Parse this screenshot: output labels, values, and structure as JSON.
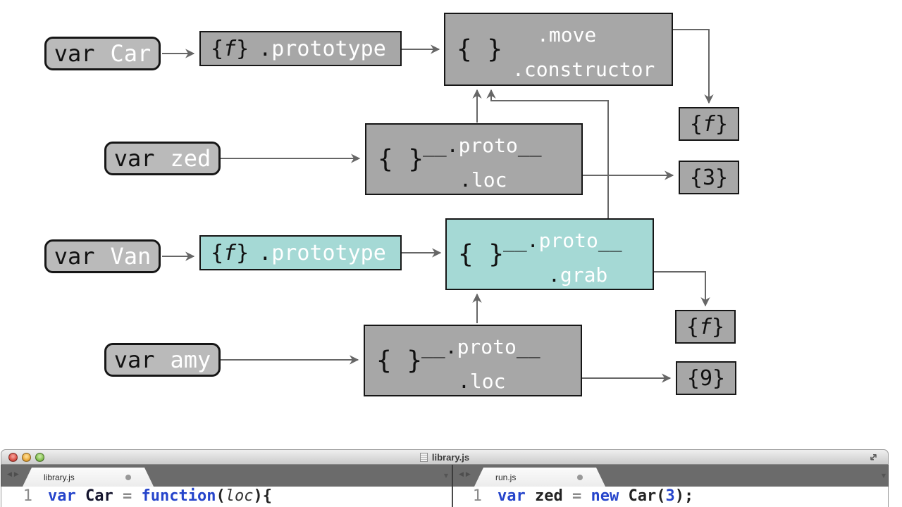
{
  "diagram": {
    "colors": {
      "box_gray": "#a7a7a7",
      "rounded_gray": "#bababa",
      "teal": "#a5d9d5",
      "arrow": "#666666",
      "border": "#161616",
      "text_white": "#ffffff",
      "text_black": "#111111"
    },
    "var_car": {
      "kw": "var",
      "name": "Car"
    },
    "var_zed": {
      "kw": "var",
      "name": "zed"
    },
    "var_van": {
      "kw": "var",
      "name": "Van"
    },
    "var_amy": {
      "kw": "var",
      "name": "amy"
    },
    "car_fn": {
      "open": "{",
      "f": "f",
      "close": "}",
      "dot": ".",
      "label": "prototype"
    },
    "van_fn": {
      "open": "{",
      "f": "f",
      "close": "}",
      "dot": ".",
      "label": "prototype"
    },
    "car_proto": {
      "braces": "{ }",
      "dot1": ".",
      "prop1": "move",
      "dot2": ".",
      "prop2": "constructor"
    },
    "zed_obj": {
      "braces": "{ }",
      "pre": "__",
      "dot": ".",
      "proto": "proto",
      "post": "__",
      "dot2": ".",
      "prop": "loc"
    },
    "van_proto": {
      "braces": "{ }",
      "pre": "__",
      "dot": ".",
      "proto": "proto",
      "post": "__",
      "dot2": ".",
      "prop": "grab"
    },
    "amy_obj": {
      "braces": "{ }",
      "pre": "__",
      "dot": ".",
      "proto": "proto",
      "post": "__",
      "dot2": ".",
      "prop": "loc"
    },
    "ref_f1": {
      "open": "{",
      "val": "f",
      "close": "}"
    },
    "ref_3": {
      "open": "{",
      "val": "3",
      "close": "}"
    },
    "ref_f2": {
      "open": "{",
      "val": "f",
      "close": "}"
    },
    "ref_9": {
      "open": "{",
      "val": "9",
      "close": "}"
    }
  },
  "editor": {
    "titlebar": {
      "title": "library.js"
    },
    "left_pane": {
      "tab_label": "library.js",
      "line_number": "1",
      "tokens": {
        "kw1": "var ",
        "name": "Car",
        "eq": " = ",
        "kw2": "function",
        "p1": "(",
        "param": "loc",
        "p2": "){"
      }
    },
    "right_pane": {
      "tab_label": "run.js",
      "line_number": "1",
      "tokens": {
        "kw1": "var ",
        "name": "zed",
        "eq": " = ",
        "kw2": "new ",
        "fn": "Car",
        "p1": "(",
        "num": "3",
        "p2": ");"
      }
    }
  }
}
